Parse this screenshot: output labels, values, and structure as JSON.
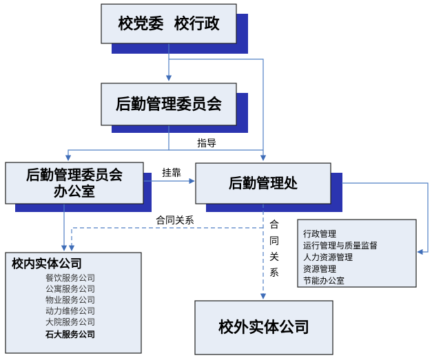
{
  "colors": {
    "box_fill": "#e7edf6",
    "box_border": "#1f1f1f",
    "shadow": "#2b34b0",
    "line": "#4f7fc4",
    "arrow": "#3f6db8"
  },
  "nodes": {
    "party_admin": "校党委  校行政",
    "committee": "后勤管理委员会",
    "office_line1": "后勤管理委员会",
    "office_line2": "办公室",
    "logistics": "后勤管理处",
    "internal_title": "校内实体公司",
    "internal_items": [
      "餐饮服务公司",
      "公寓服务公司",
      "物业服务公司",
      "动力维修公司",
      "大院服务公司",
      "石大服务公司"
    ],
    "departments": [
      "行政管理",
      "运行管理与质量监督",
      "人力资源管理",
      "资源管理",
      "节能办公室"
    ],
    "external": "校外实体公司"
  },
  "labels": {
    "guide": "指导",
    "attach": "挂靠",
    "contract_h": "合同关系",
    "contract_v": [
      "合",
      "同",
      "关",
      "系"
    ]
  }
}
